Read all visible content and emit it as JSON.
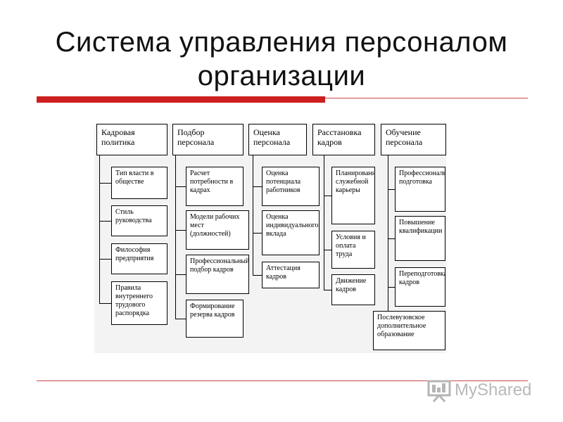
{
  "slide": {
    "title_line1": "Система управления персоналом",
    "title_line2": "организации"
  },
  "colors": {
    "accent": "#cc1f1f",
    "rule": "#c94a4a",
    "panel": "#f3f3f3"
  },
  "diagram": {
    "columns": [
      {
        "header": "Кадровая политика",
        "items": [
          "Тип власти в обществе",
          "Стиль руководства",
          "Философия предприятия",
          "Правила внутреннего трудового распорядка"
        ]
      },
      {
        "header": "Подбор персонала",
        "items": [
          "Расчет потребности в кадрах",
          "Модели рабочих мест (должностей)",
          "Профессиональный подбор кадров",
          "Формирование резерва кадров"
        ]
      },
      {
        "header": "Оценка персонала",
        "items": [
          "Оценка потенциала работников",
          "Оценка индивидуального вклада",
          "Аттестация кадров"
        ]
      },
      {
        "header": "Расстановка кадров",
        "items": [
          "Планирование служебной карьеры",
          "Условия и оплата труда",
          "Движение кадров"
        ]
      },
      {
        "header": "Обучение персонала",
        "items": [
          "Профессиональная подготовка",
          "Повышение квалификации",
          "Переподготовка кадров",
          "Послевузовское дополнительное образование"
        ]
      }
    ]
  },
  "logo": {
    "text": "MyShared",
    "icon": "presentation-board-icon"
  }
}
